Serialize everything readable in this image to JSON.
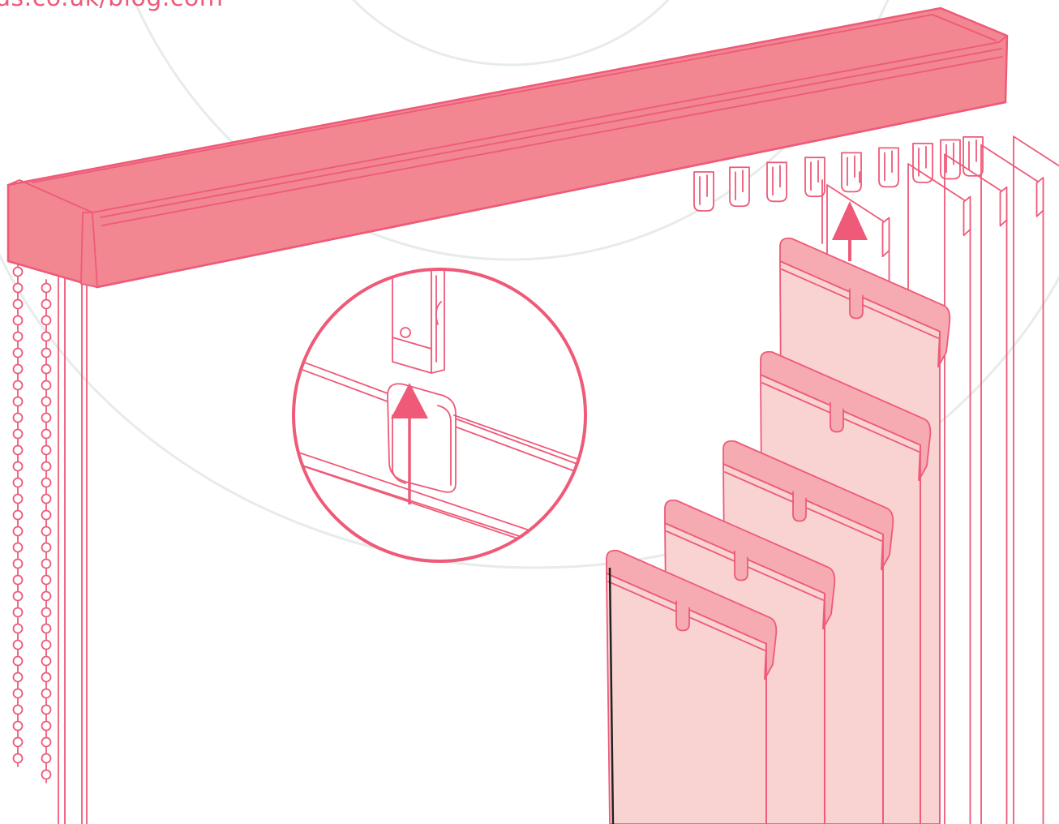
{
  "brand": {
    "text": "ds.co.uk/blog.com",
    "color": "#ee5a78"
  },
  "colors": {
    "line": "#ee5a78",
    "headrail_fill": "#f28691",
    "slat_fill": "#f9d2d2",
    "slat_top_fill": "#f6aab1",
    "watermark_ring": "#e6ece9",
    "arrow": "#ee5a78",
    "background": "#ffffff"
  },
  "figure": {
    "subject": "vertical blind headrail",
    "slat_count_attached": 4,
    "slat_count_being_fitted": 5,
    "hanger_count": 9,
    "chain_count": 2,
    "cord_count": 2,
    "callout": "detail-zoom"
  },
  "icons": {
    "main_arrow": "arrow-up-icon",
    "detail_arrow": "arrow-up-icon"
  }
}
